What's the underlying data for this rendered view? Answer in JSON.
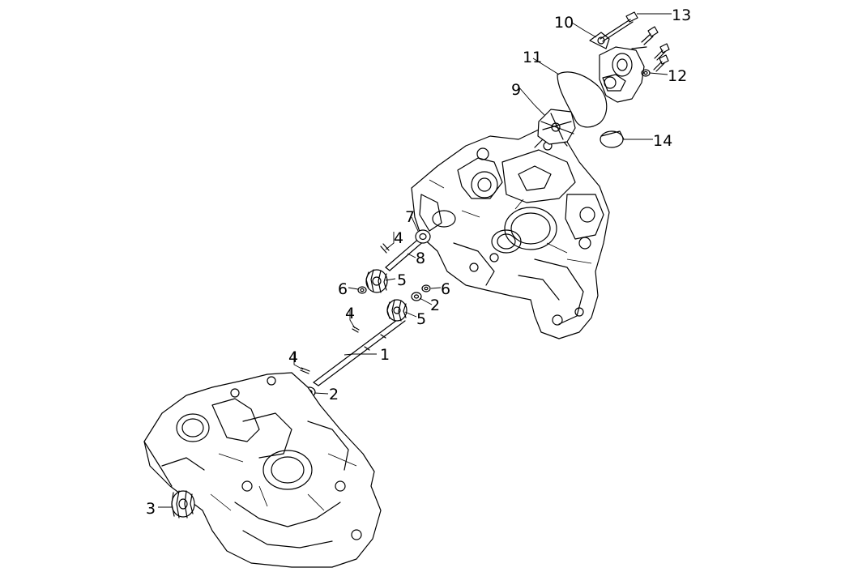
{
  "callouts": {
    "c1": "1",
    "c2a": "2",
    "c2b": "2",
    "c3": "3",
    "c4a": "4",
    "c4b": "4",
    "c4c": "4",
    "c5a": "5",
    "c5b": "5",
    "c6a": "6",
    "c6b": "6",
    "c7": "7",
    "c8": "8",
    "c9": "9",
    "c10": "10",
    "c11": "11",
    "c12": "12",
    "c13": "13",
    "c14": "14"
  }
}
